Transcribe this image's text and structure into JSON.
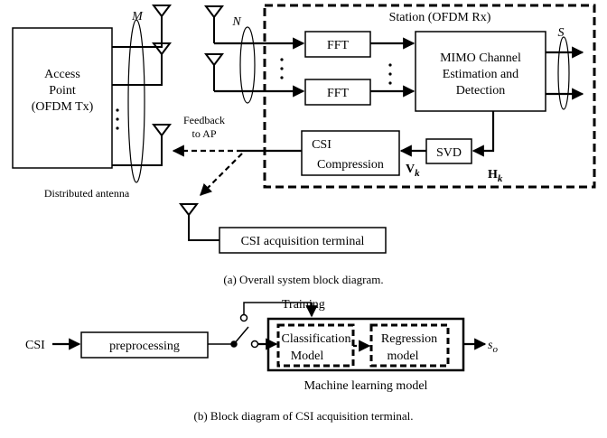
{
  "top": {
    "access_point": [
      "Access",
      "Point",
      "(OFDM Tx)"
    ],
    "label_M": "M",
    "label_N": "N",
    "station_title": "Station (OFDM Rx)",
    "fft_1": "FFT",
    "fft_2": "FFT",
    "mimo": [
      "MIMO Channel",
      "Estimation and",
      "Detection"
    ],
    "label_S": "S",
    "feedback": [
      "Feedback",
      "to AP"
    ],
    "csi_compression": [
      "CSI",
      "Compression"
    ],
    "svd": "SVD",
    "v_sym": "V",
    "v_sub": "k",
    "h_sym": "H",
    "h_sub": "k",
    "distributed_antenna": "Distributed antenna",
    "csi_terminal": "CSI acquisition terminal",
    "caption": "(a)  Overall system block diagram."
  },
  "bottom": {
    "training": "Training",
    "csi_input": "CSI",
    "preprocessing": "preprocessing",
    "classification": [
      "Classification",
      "Model"
    ],
    "regression": [
      "Regression",
      "model"
    ],
    "output_sym": "s",
    "output_sub": "o",
    "ml_model": "Machine learning model",
    "caption": "(b) Block diagram of CSI acquisition terminal."
  }
}
